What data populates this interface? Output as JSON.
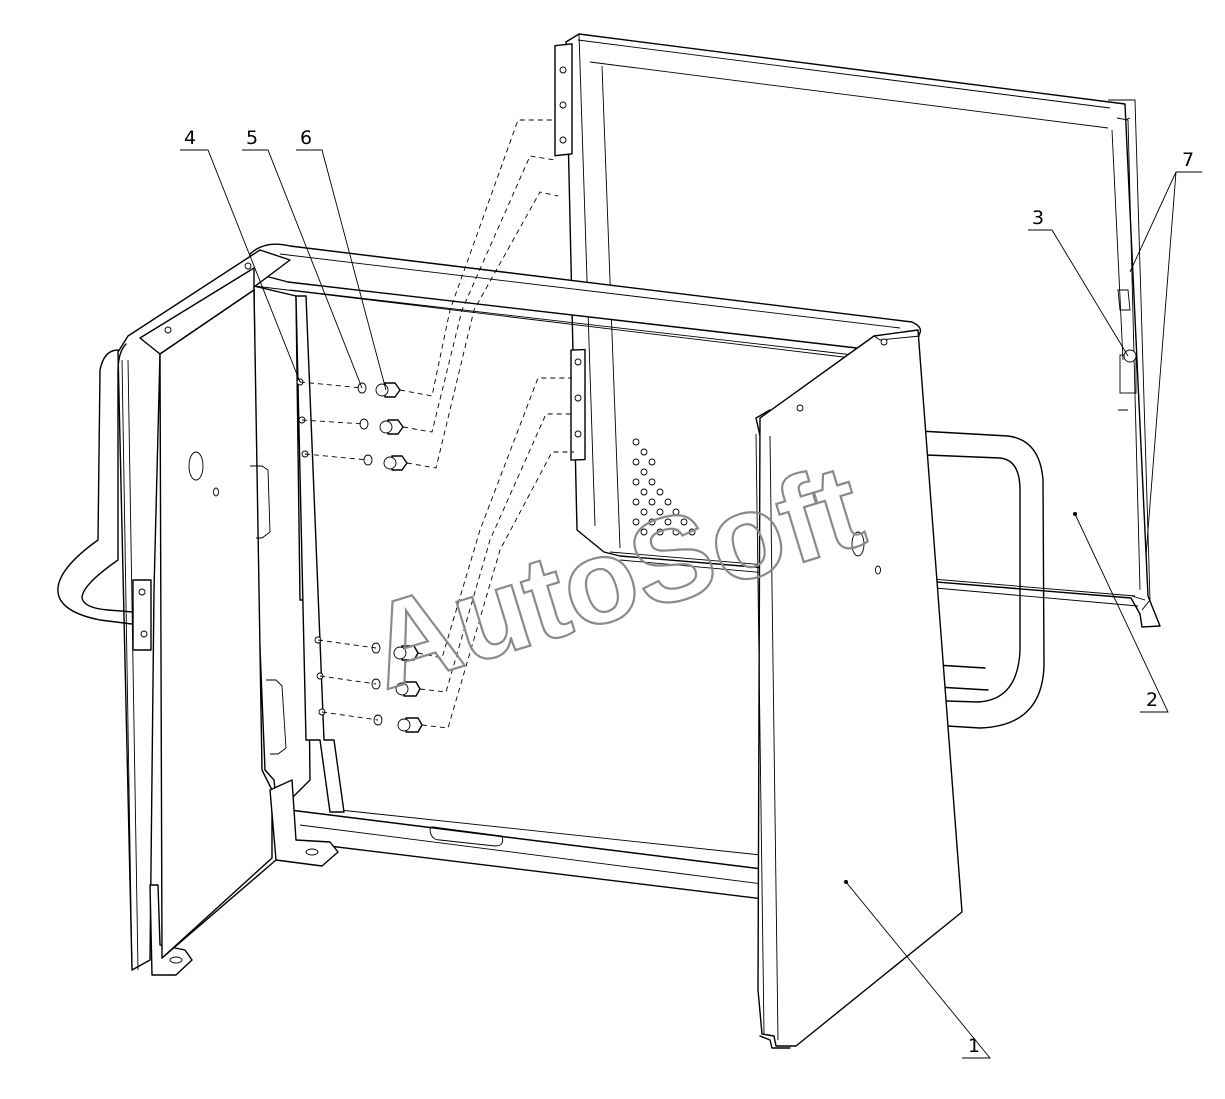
{
  "labels": {
    "callout_1": "1",
    "callout_2": "2",
    "callout_3": "3",
    "callout_4": "4",
    "callout_5": "5",
    "callout_6": "6",
    "callout_7": "7"
  },
  "watermark": {
    "text": "AutoSoft",
    "color": "#8a8a8a"
  },
  "colors": {
    "line": "#000000",
    "background": "#ffffff"
  }
}
